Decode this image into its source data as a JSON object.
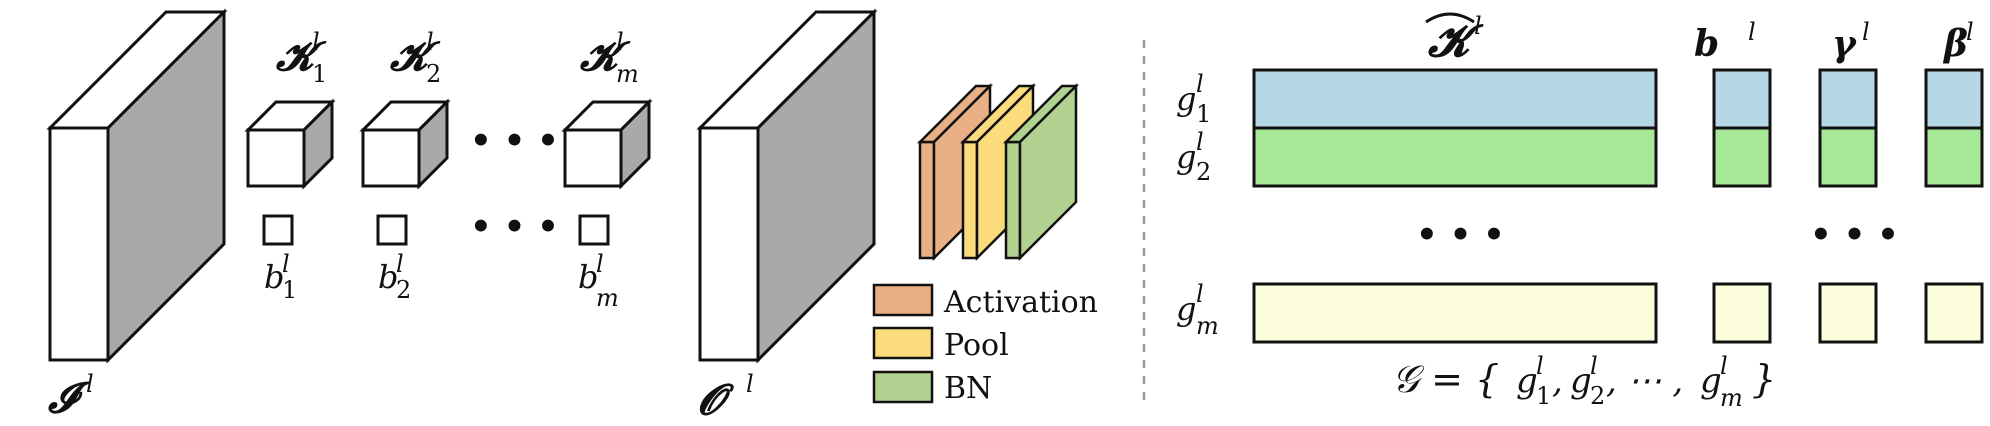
{
  "left_panel": {
    "input_label": "𝓘",
    "output_label": "𝓞",
    "layer_superscript": "l",
    "kernel_symbol": "𝓚",
    "kernel_subscripts": [
      "1",
      "2",
      "m"
    ],
    "bias_symbol": "b",
    "bias_subscripts": [
      "1",
      "2",
      "m"
    ],
    "ellipsis": "• • •"
  },
  "legend": {
    "items": [
      {
        "label": "Activation",
        "color": "#e9b086"
      },
      {
        "label": "Pool",
        "color": "#fadc7c"
      },
      {
        "label": "BN",
        "color": "#b0d190"
      }
    ]
  },
  "right_panel": {
    "kernel_hat_label": "𝓚",
    "param_labels": [
      "b",
      "γ",
      "β"
    ],
    "group_symbol": "g",
    "group_subscripts": [
      "1",
      "2",
      "m"
    ],
    "set_expression_prefix": "𝒢 = {",
    "set_g1": "g",
    "set_g1_sub": "1",
    "set_g2": "g",
    "set_g2_sub": "2",
    "set_dots": ", ⋯ , ",
    "set_gm": "g",
    "set_gm_sub": "m",
    "set_close": "}",
    "ellipsis": "• • •",
    "row_colors": {
      "g1": "#b5d7e6",
      "g2": "#a6e998",
      "gm": "#fdfedc"
    }
  },
  "colors": {
    "box_side": "#a9a9a9",
    "stroke": "#111111",
    "divider": "#999999"
  }
}
